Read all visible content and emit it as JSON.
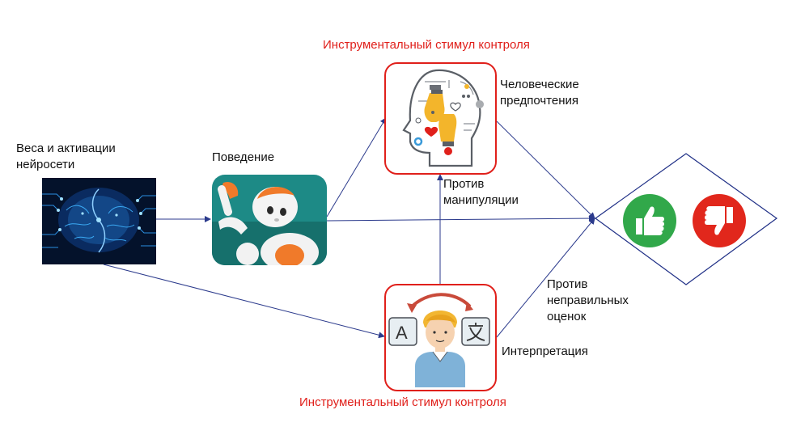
{
  "labels": {
    "weights_line1": "Веса и активации",
    "weights_line2": "нейросети",
    "behavior": "Поведение",
    "stimulus_top": "Инструментальный стимул контроля",
    "stimulus_bottom": "Инструментальный стимул контроля",
    "human_pref_line1": "Человеческие",
    "human_pref_line2": "предпочтения",
    "anti_manip_line1": "Против",
    "anti_manip_line2": "манипуляции",
    "anti_wrong_line1": "Против",
    "anti_wrong_line2": "неправильных",
    "anti_wrong_line3": "оценок",
    "interpretation": "Интерпретация"
  },
  "icons": {
    "neural": "neural-brain-icon",
    "robot": "robot-icon",
    "head": "human-head-preferences-icon",
    "translator": "translator-person-icon",
    "like": "thumbs-up-icon",
    "dislike": "thumbs-down-icon"
  },
  "colors": {
    "arrow": "#2b3a8c",
    "accent_red": "#e0201b",
    "diamond": "#1f2f86",
    "like": "#31a84a",
    "dislike": "#e1271c"
  }
}
